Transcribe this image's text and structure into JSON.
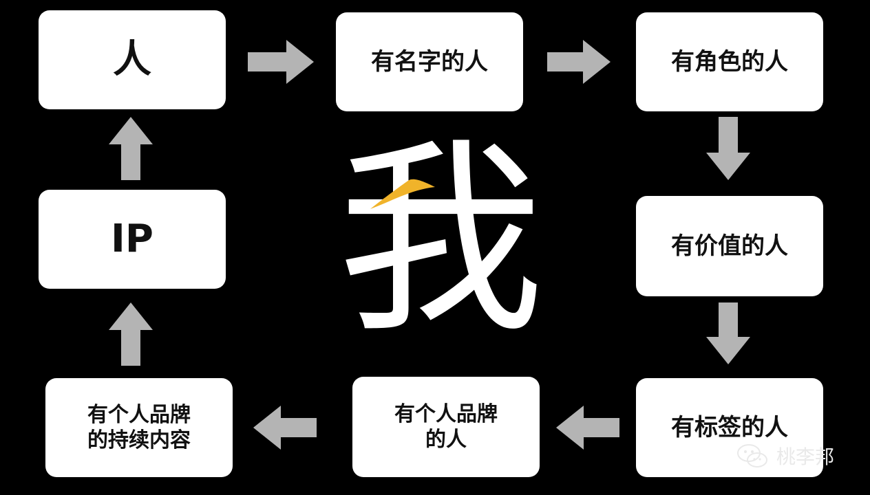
{
  "nodes": {
    "ren": "人",
    "you_mingzi": "有名字的人",
    "you_juese": "有角色的人",
    "you_jiazhi": "有价值的人",
    "you_biaoqian": "有标签的人",
    "you_pinpai_ren": "有个人品牌\n的人",
    "you_pinpai_neirong": "有个人品牌\n的持续内容",
    "ip": "IP"
  },
  "center": {
    "char": "我",
    "accent_color": "#f0b32a"
  },
  "arrow_color": "#b4b4b4",
  "watermark": {
    "icon": "wechat-icon",
    "text": "桃李邦"
  }
}
